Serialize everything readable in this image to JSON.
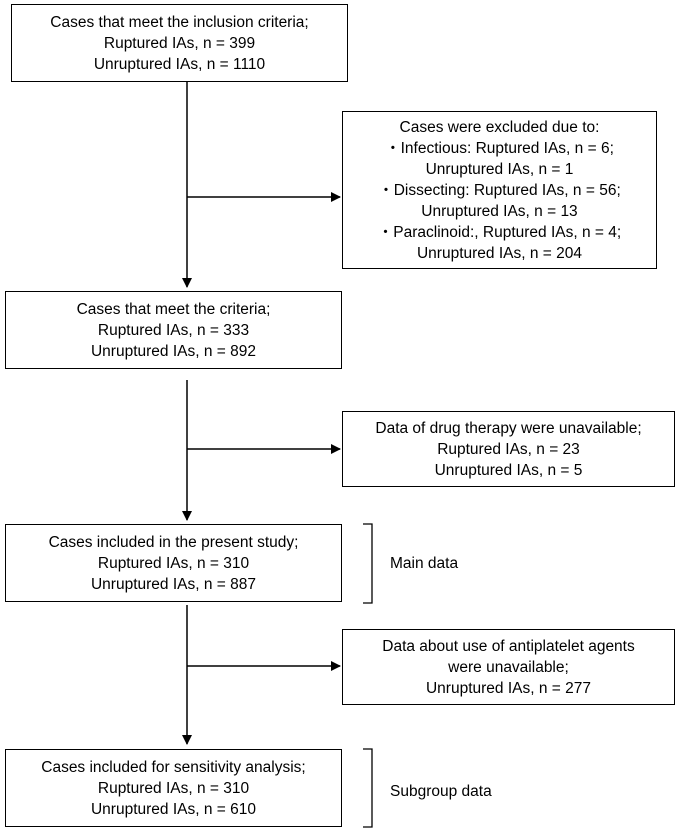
{
  "boxes": {
    "inclusion": {
      "title": "Cases that meet the inclusion criteria;",
      "line1": "Ruptured IAs, n = 399",
      "line2": "Unruptured IAs, n = 1110"
    },
    "excluded": {
      "title": "Cases were excluded due to:",
      "items": [
        {
          "a": "Infectious: Ruptured IAs, n = 6;",
          "b": "Unruptured IAs, n = 1"
        },
        {
          "a": "Dissecting: Ruptured IAs, n = 56;",
          "b": "Unruptured IAs, n = 13"
        },
        {
          "a": "Paraclinoid:, Ruptured IAs, n = 4;",
          "b": "Unruptured IAs, n = 204"
        }
      ]
    },
    "criteria": {
      "title": "Cases that meet the criteria;",
      "line1": "Ruptured IAs, n = 333",
      "line2": "Unruptured IAs, n = 892"
    },
    "drug_unavailable": {
      "title": "Data of drug therapy were unavailable;",
      "line1": "Ruptured IAs, n = 23",
      "line2": "Unruptured IAs, n = 5"
    },
    "present_study": {
      "title": "Cases included in the present study;",
      "line1": "Ruptured IAs, n = 310",
      "line2": "Unruptured IAs, n = 887"
    },
    "antiplatelet_unavailable": {
      "title": "Data about use of antiplatelet agents",
      "line1": "were unavailable;",
      "line2": "Unruptured IAs, n = 277"
    },
    "sensitivity": {
      "title": "Cases included for sensitivity analysis;",
      "line1": "Ruptured IAs, n = 310",
      "line2": "Unruptured IAs, n = 610"
    }
  },
  "brackets": {
    "main": "Main data",
    "subgroup": "Subgroup data"
  }
}
